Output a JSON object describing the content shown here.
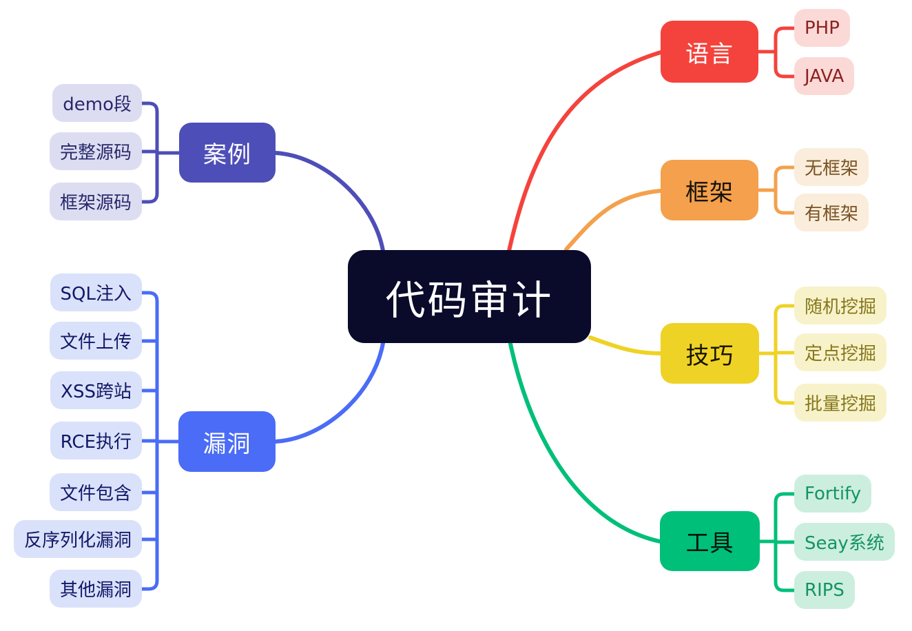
{
  "diagram": {
    "type": "mindmap",
    "root": {
      "label": "代码审计",
      "bg": "#0A0A2B",
      "text_color": "#FFFFFF"
    },
    "branches": [
      {
        "id": "language",
        "label": "语言",
        "side": "right",
        "color": "#F4433C",
        "text_color": "#FFFFFF",
        "child_bg": "#FBD9D7",
        "child_text": "#8B2220",
        "children": [
          "PHP",
          "JAVA"
        ]
      },
      {
        "id": "framework",
        "label": "框架",
        "side": "right",
        "color": "#F4A04C",
        "text_color": "#17120B",
        "child_bg": "#FAEDDB",
        "child_text": "#7A5224",
        "children": [
          "无框架",
          "有框架"
        ]
      },
      {
        "id": "technique",
        "label": "技巧",
        "side": "right",
        "color": "#EFD226",
        "text_color": "#171404",
        "child_bg": "#F8F2CB",
        "child_text": "#857719",
        "children": [
          "随机挖掘",
          "定点挖掘",
          "批量挖掘"
        ]
      },
      {
        "id": "tools",
        "label": "工具",
        "side": "right",
        "color": "#00BF79",
        "text_color": "#06130C",
        "child_bg": "#CCEEDE",
        "child_text": "#149463",
        "children": [
          "Fortify",
          "Seay系统",
          "RIPS"
        ]
      },
      {
        "id": "cases",
        "label": "案例",
        "side": "left",
        "color": "#4E4EB8",
        "text_color": "#FFFFFF",
        "child_bg": "#DDDDF2",
        "child_text": "#28286B",
        "children": [
          "demo段",
          "完整源码",
          "框架源码"
        ]
      },
      {
        "id": "vulnerabilities",
        "label": "漏洞",
        "side": "left",
        "color": "#4A6CF6",
        "text_color": "#FFFFFF",
        "child_bg": "#DAE1FA",
        "child_text": "#111866",
        "children": [
          "SQL注入",
          "文件上传",
          "XSS跨站",
          "RCE执行",
          "文件包含",
          "反序列化漏洞",
          "其他漏洞"
        ]
      }
    ]
  }
}
